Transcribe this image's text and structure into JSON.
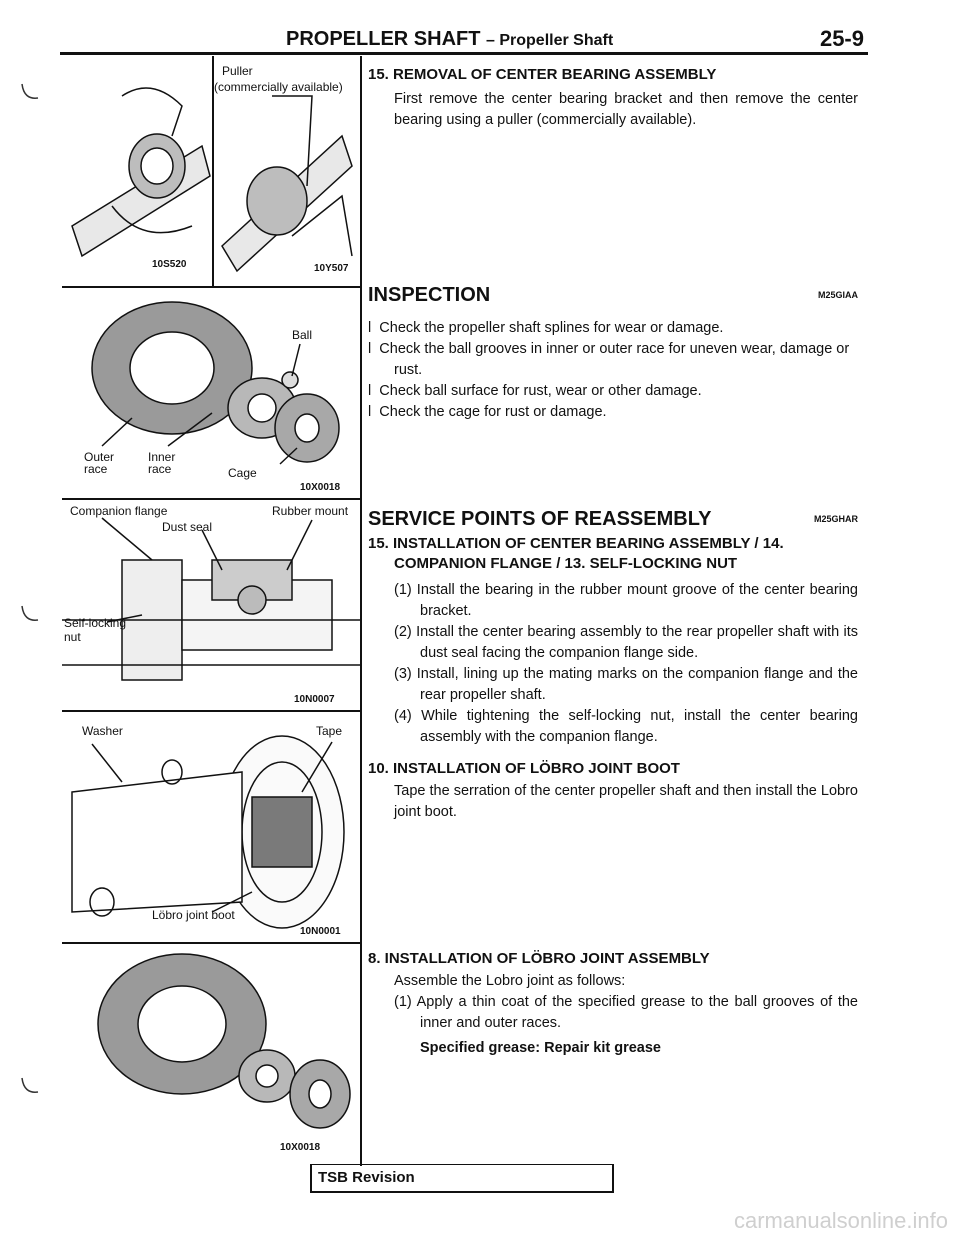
{
  "header": {
    "title": "PROPELLER SHAFT",
    "subtitle": "– Propeller Shaft",
    "page": "25-9"
  },
  "figures": {
    "f1": {
      "label_a": "Puller",
      "label_b": "(commercially   available)",
      "id_left": "10S520",
      "id_right": "10Y507"
    },
    "f2": {
      "ball": "Ball",
      "outer": "Outer",
      "outer2": "race",
      "inner": "Inner",
      "inner2": "race",
      "cage": "Cage",
      "id": "10X0018"
    },
    "f3": {
      "companion": "Companion  flange",
      "rubber": "Rubber  mount",
      "dust": "Dust seal",
      "selflock": "Self-locking",
      "nut": "nut",
      "id": "10N0007"
    },
    "f4": {
      "washer": "Washer",
      "tape": "Tape",
      "boot": "Löbro joint boot",
      "id": "10N0001"
    },
    "f5": {
      "id": "10X0018"
    }
  },
  "content": {
    "s15_title": "15. REMOVAL OF CENTER BEARING ASSEMBLY",
    "s15_body": "First remove the center bearing bracket and then remove the center bearing using a puller (commercially available).",
    "inspection_title": "INSPECTION",
    "inspection_code": "M25GIAA",
    "inspection_items": [
      "Check the propeller shaft splines for wear or damage.",
      "Check the ball grooves in inner or outer race for uneven wear, damage or rust.",
      "Check ball surface for rust, wear or other damage.",
      "Check the cage for rust or damage."
    ],
    "service_title": "SERVICE POINTS OF REASSEMBLY",
    "service_code": "M25GHAR",
    "s15b_title": "15. INSTALLATION OF CENTER BEARING ASSEMBLY / 14. COMPANION FLANGE / 13. SELF-LOCKING NUT",
    "s15b_steps": [
      "(1) Install the bearing in the rubber mount groove of the center bearing bracket.",
      "(2) Install the center bearing assembly to the rear propeller shaft with its dust seal facing the companion flange side.",
      "(3) Install, lining up the mating marks on the companion flange and the rear propeller shaft.",
      "(4) While tightening the self-locking nut, install the center bearing assembly with the companion flange."
    ],
    "s10_title": "10. INSTALLATION OF LÖBRO JOINT BOOT",
    "s10_body": "Tape the serration of the center propeller shaft and then install the Lobro joint boot.",
    "s8_title": "8. INSTALLATION OF LÖBRO JOINT ASSEMBLY",
    "s8_intro": "Assemble the Lobro joint as follows:",
    "s8_step": "(1) Apply a thin coat of the specified grease to the ball grooves of the inner and outer races.",
    "s8_spec": "Specified grease: Repair kit grease"
  },
  "footer": {
    "tsb": "TSB Revision",
    "watermark": "carmanualsonline.info"
  }
}
